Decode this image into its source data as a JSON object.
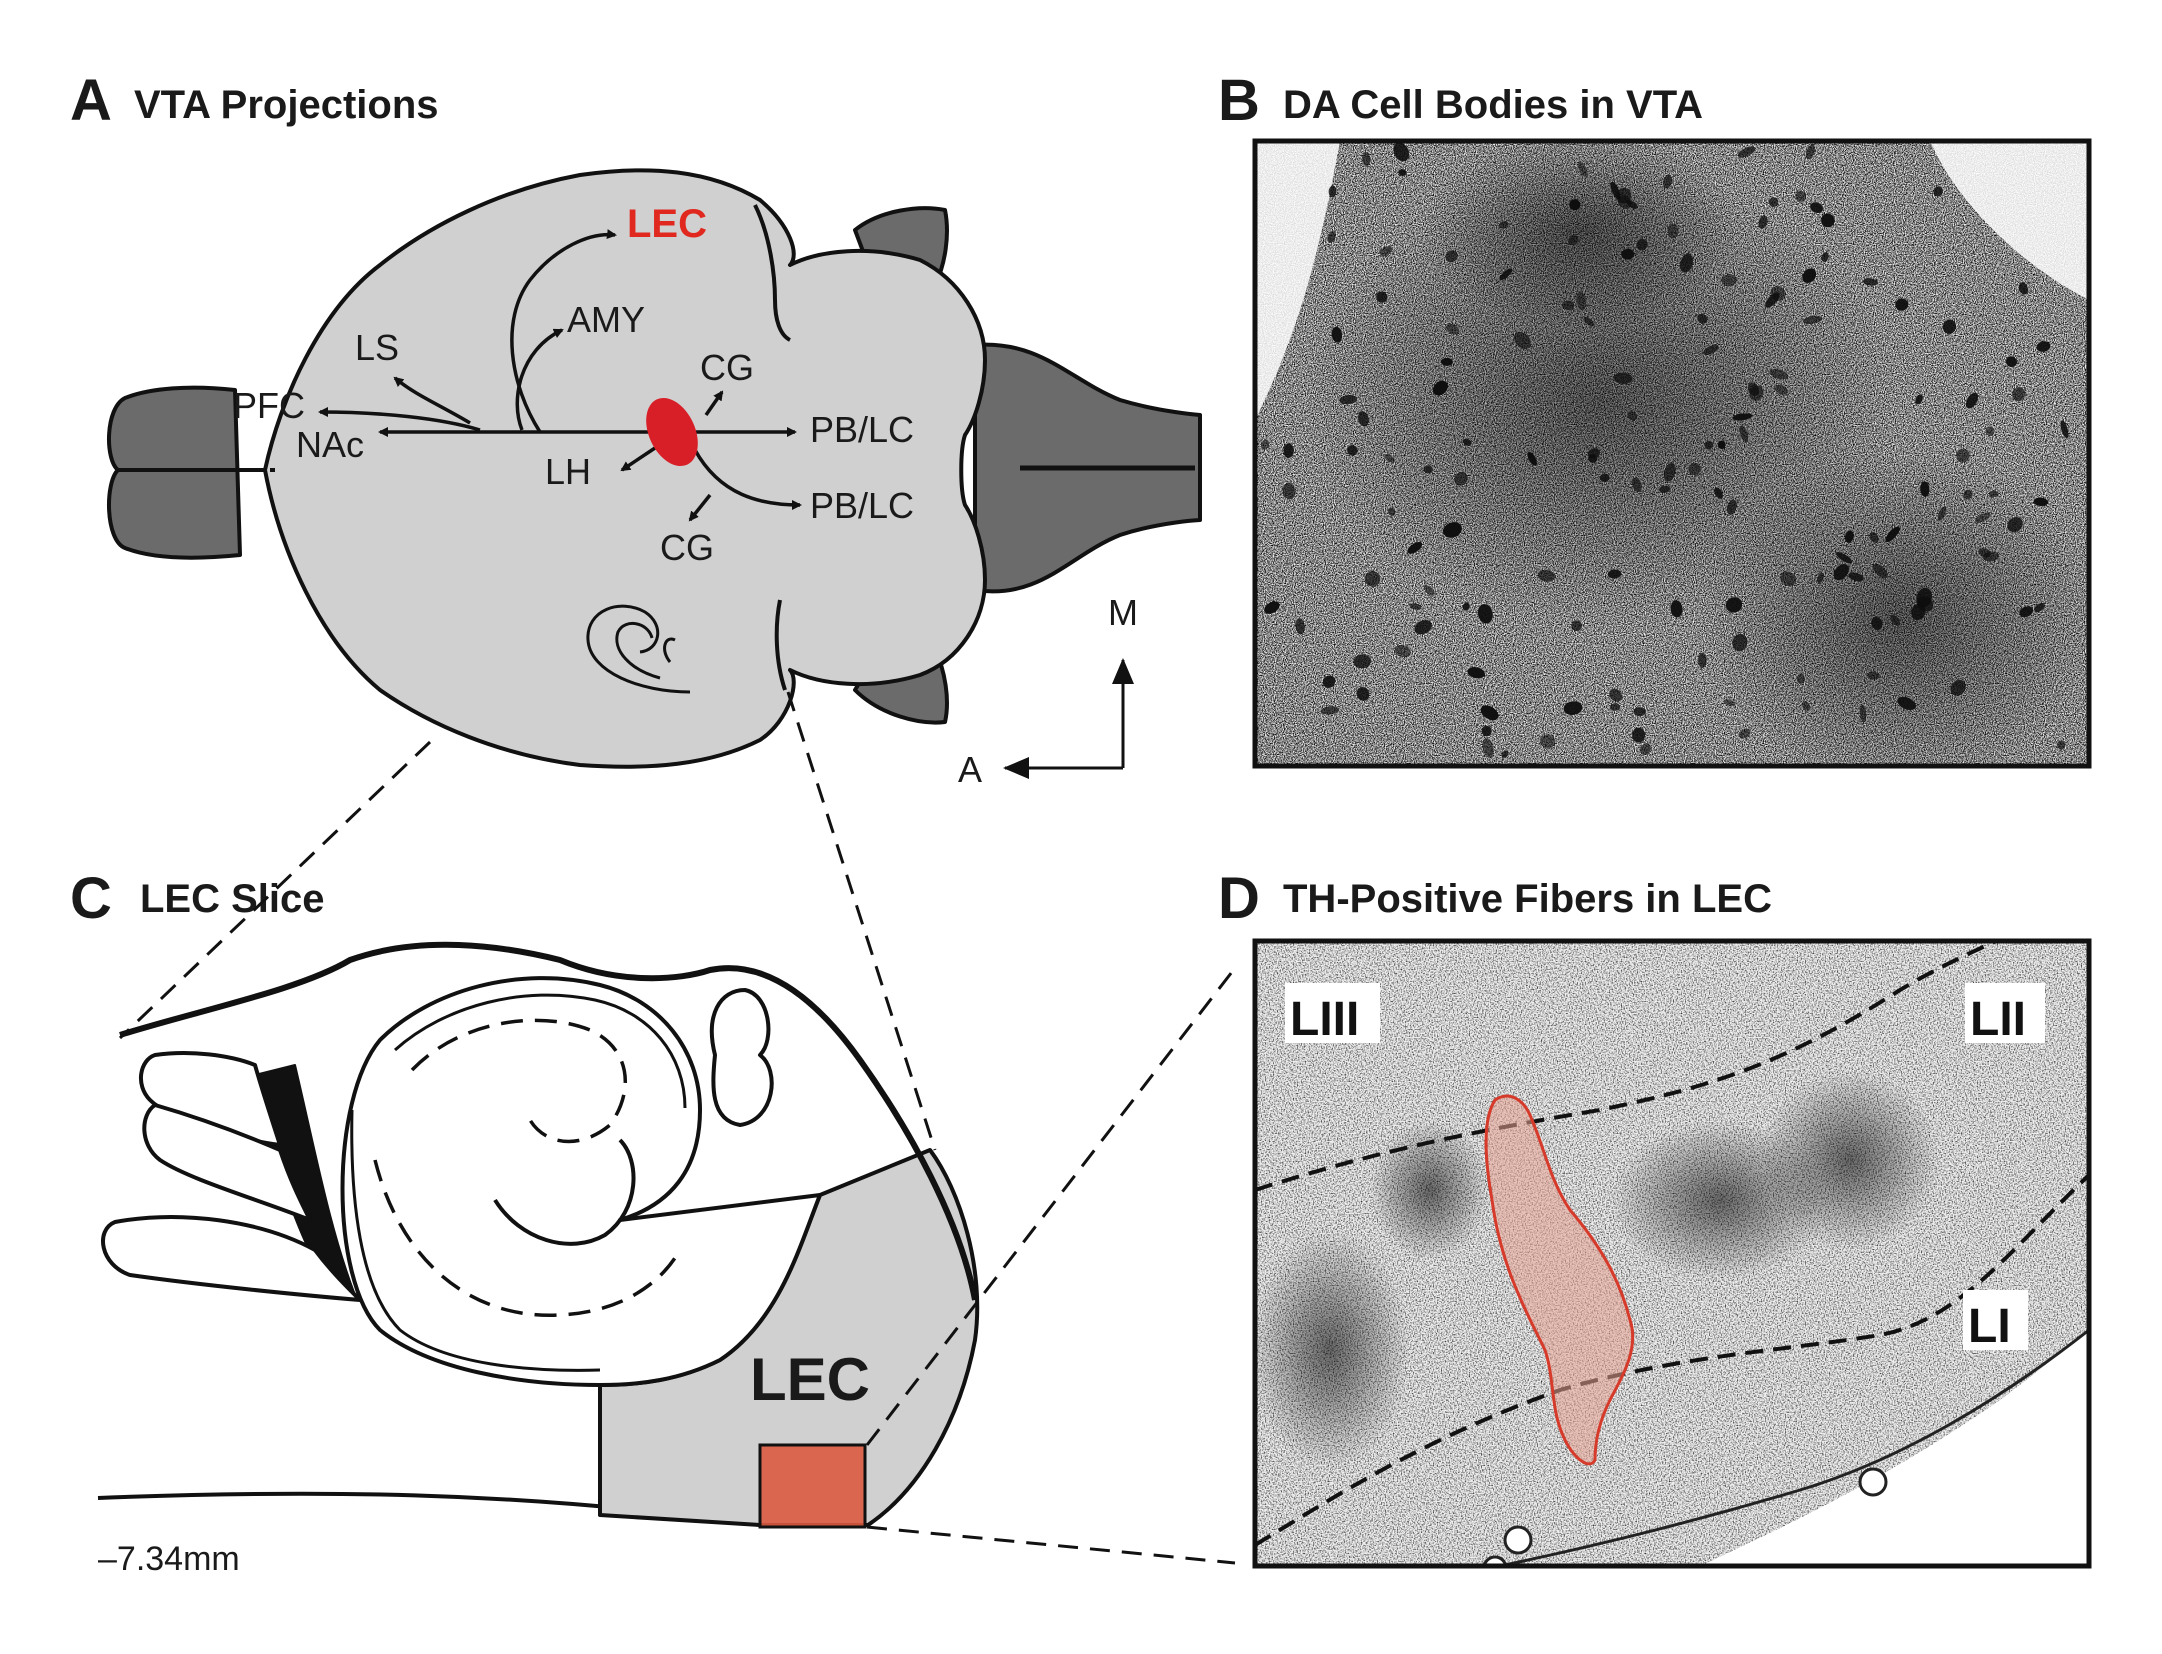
{
  "colors": {
    "brain_fill": "#d0d0d0",
    "dark_gray": "#6b6b6b",
    "vta_red": "#d81e27",
    "lec_label_red": "#e0281f",
    "roi_box": "#dc5a40",
    "trace_outline": "#d63a2a",
    "trace_fill": "#e8a090"
  },
  "panel_a": {
    "letter": "A",
    "title": "VTA Projections",
    "labels": {
      "lec": "LEC",
      "amy": "AMY",
      "ls": "LS",
      "pfc": "PFC",
      "nac": "NAc",
      "lh": "LH",
      "cg_top": "CG",
      "cg_bottom": "CG",
      "pblc_top": "PB/LC",
      "pblc_bottom": "PB/LC"
    },
    "compass": {
      "up": "M",
      "left": "A"
    }
  },
  "panel_b": {
    "letter": "B",
    "title": "DA Cell Bodies in VTA"
  },
  "panel_c": {
    "letter": "C",
    "title": "LEC Slice",
    "region_label": "LEC",
    "coordinate": "–7.34mm"
  },
  "panel_d": {
    "letter": "D",
    "title": "TH-Positive Fibers in LEC",
    "layers": {
      "liii": "LIII",
      "lii": "LII",
      "li": "LI"
    }
  }
}
